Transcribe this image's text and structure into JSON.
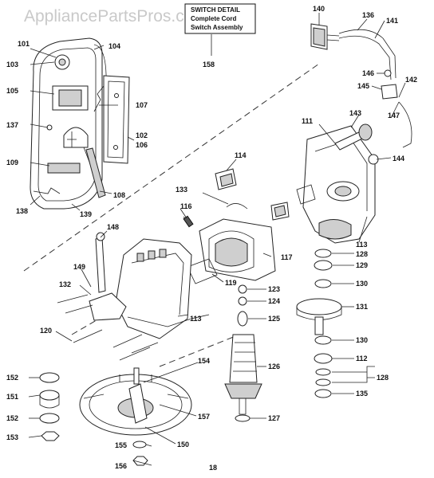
{
  "watermark": "AppliancePartsPros.com",
  "box": {
    "line1": "SWITCH DETAIL",
    "line2": "Complete Cord",
    "line3": "Switch Assembly"
  },
  "page_number": "18",
  "callouts": [
    "101",
    "103",
    "104",
    "105",
    "107",
    "137",
    "102",
    "106",
    "109",
    "108",
    "138",
    "139",
    "158",
    "140",
    "136",
    "141",
    "146",
    "145",
    "142",
    "143",
    "147",
    "111",
    "144",
    "114",
    "133",
    "116",
    "148",
    "117",
    "113",
    "128",
    "129",
    "130",
    "149",
    "132",
    "119",
    "123",
    "124",
    "125",
    "131",
    "120",
    "112",
    "152",
    "154",
    "126",
    "151",
    "157",
    "135",
    "127",
    "153",
    "155",
    "150",
    "156"
  ]
}
